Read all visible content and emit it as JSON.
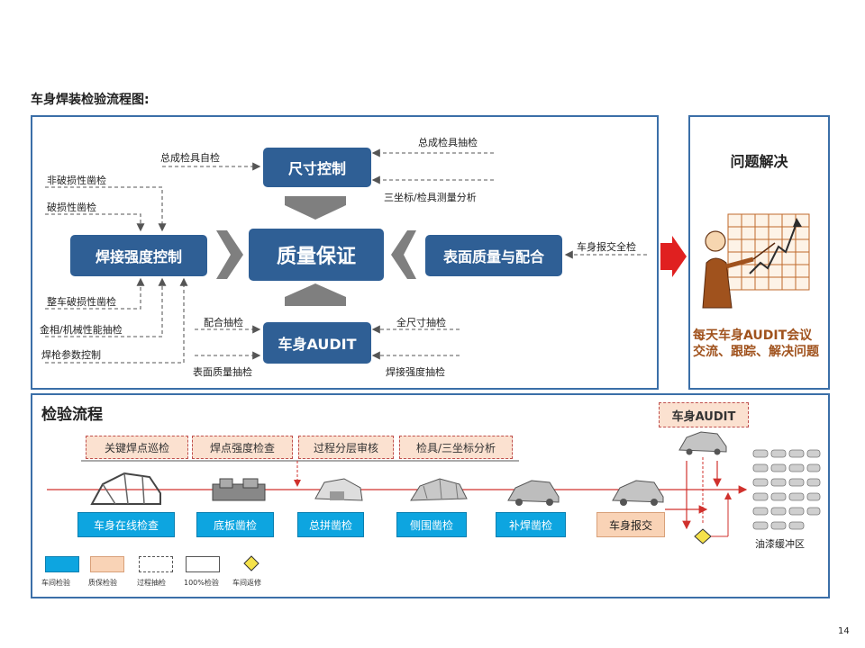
{
  "heading": "车身焊装检验流程图:",
  "top": {
    "center": "质量保证",
    "dim": "尺寸控制",
    "weld": "焊接强度控制",
    "surface": "表面质量与配合",
    "audit": "车身AUDIT",
    "labels": {
      "self_check": "总成检具自检",
      "sample_check": "总成检具抽检",
      "cmm": "三坐标/检具测量分析",
      "nondestructive": "非破损性凿检",
      "destructive": "破损性凿检",
      "full_destructive": "整车破损性凿检",
      "metallo": "金相/机械性能抽检",
      "gun_param": "焊枪参数控制",
      "delivery_full": "车身报交全检",
      "fit_sample": "配合抽检",
      "surface_sample": "表面质量抽检",
      "full_size": "全尺寸抽检",
      "weld_strength_sample": "焊接强度抽检"
    }
  },
  "problem": {
    "title": "问题解决",
    "text": "每天车身AUDIT会议交流、跟踪、解决问题"
  },
  "flow": {
    "title": "检验流程",
    "dashed": [
      "关键焊点巡检",
      "焊点强度检查",
      "过程分层审核",
      "检具/三坐标分析"
    ],
    "audit": "车身AUDIT",
    "stages": [
      "车身在线检查",
      "底板凿检",
      "总拼凿检",
      "侧围凿检",
      "补焊凿检"
    ],
    "delivery": "车身报交",
    "buffer": "油漆缓冲区",
    "legend": [
      "车间检验",
      "质保检验",
      "过程抽检",
      "100%检验",
      "车间返修"
    ]
  },
  "page_number": "14",
  "colors": {
    "blue_box": "#2f5f95",
    "stage_blue": "#0da5e0",
    "orange": "#f9d3b6",
    "red": "#e02020",
    "border": "#3b6fa8"
  }
}
